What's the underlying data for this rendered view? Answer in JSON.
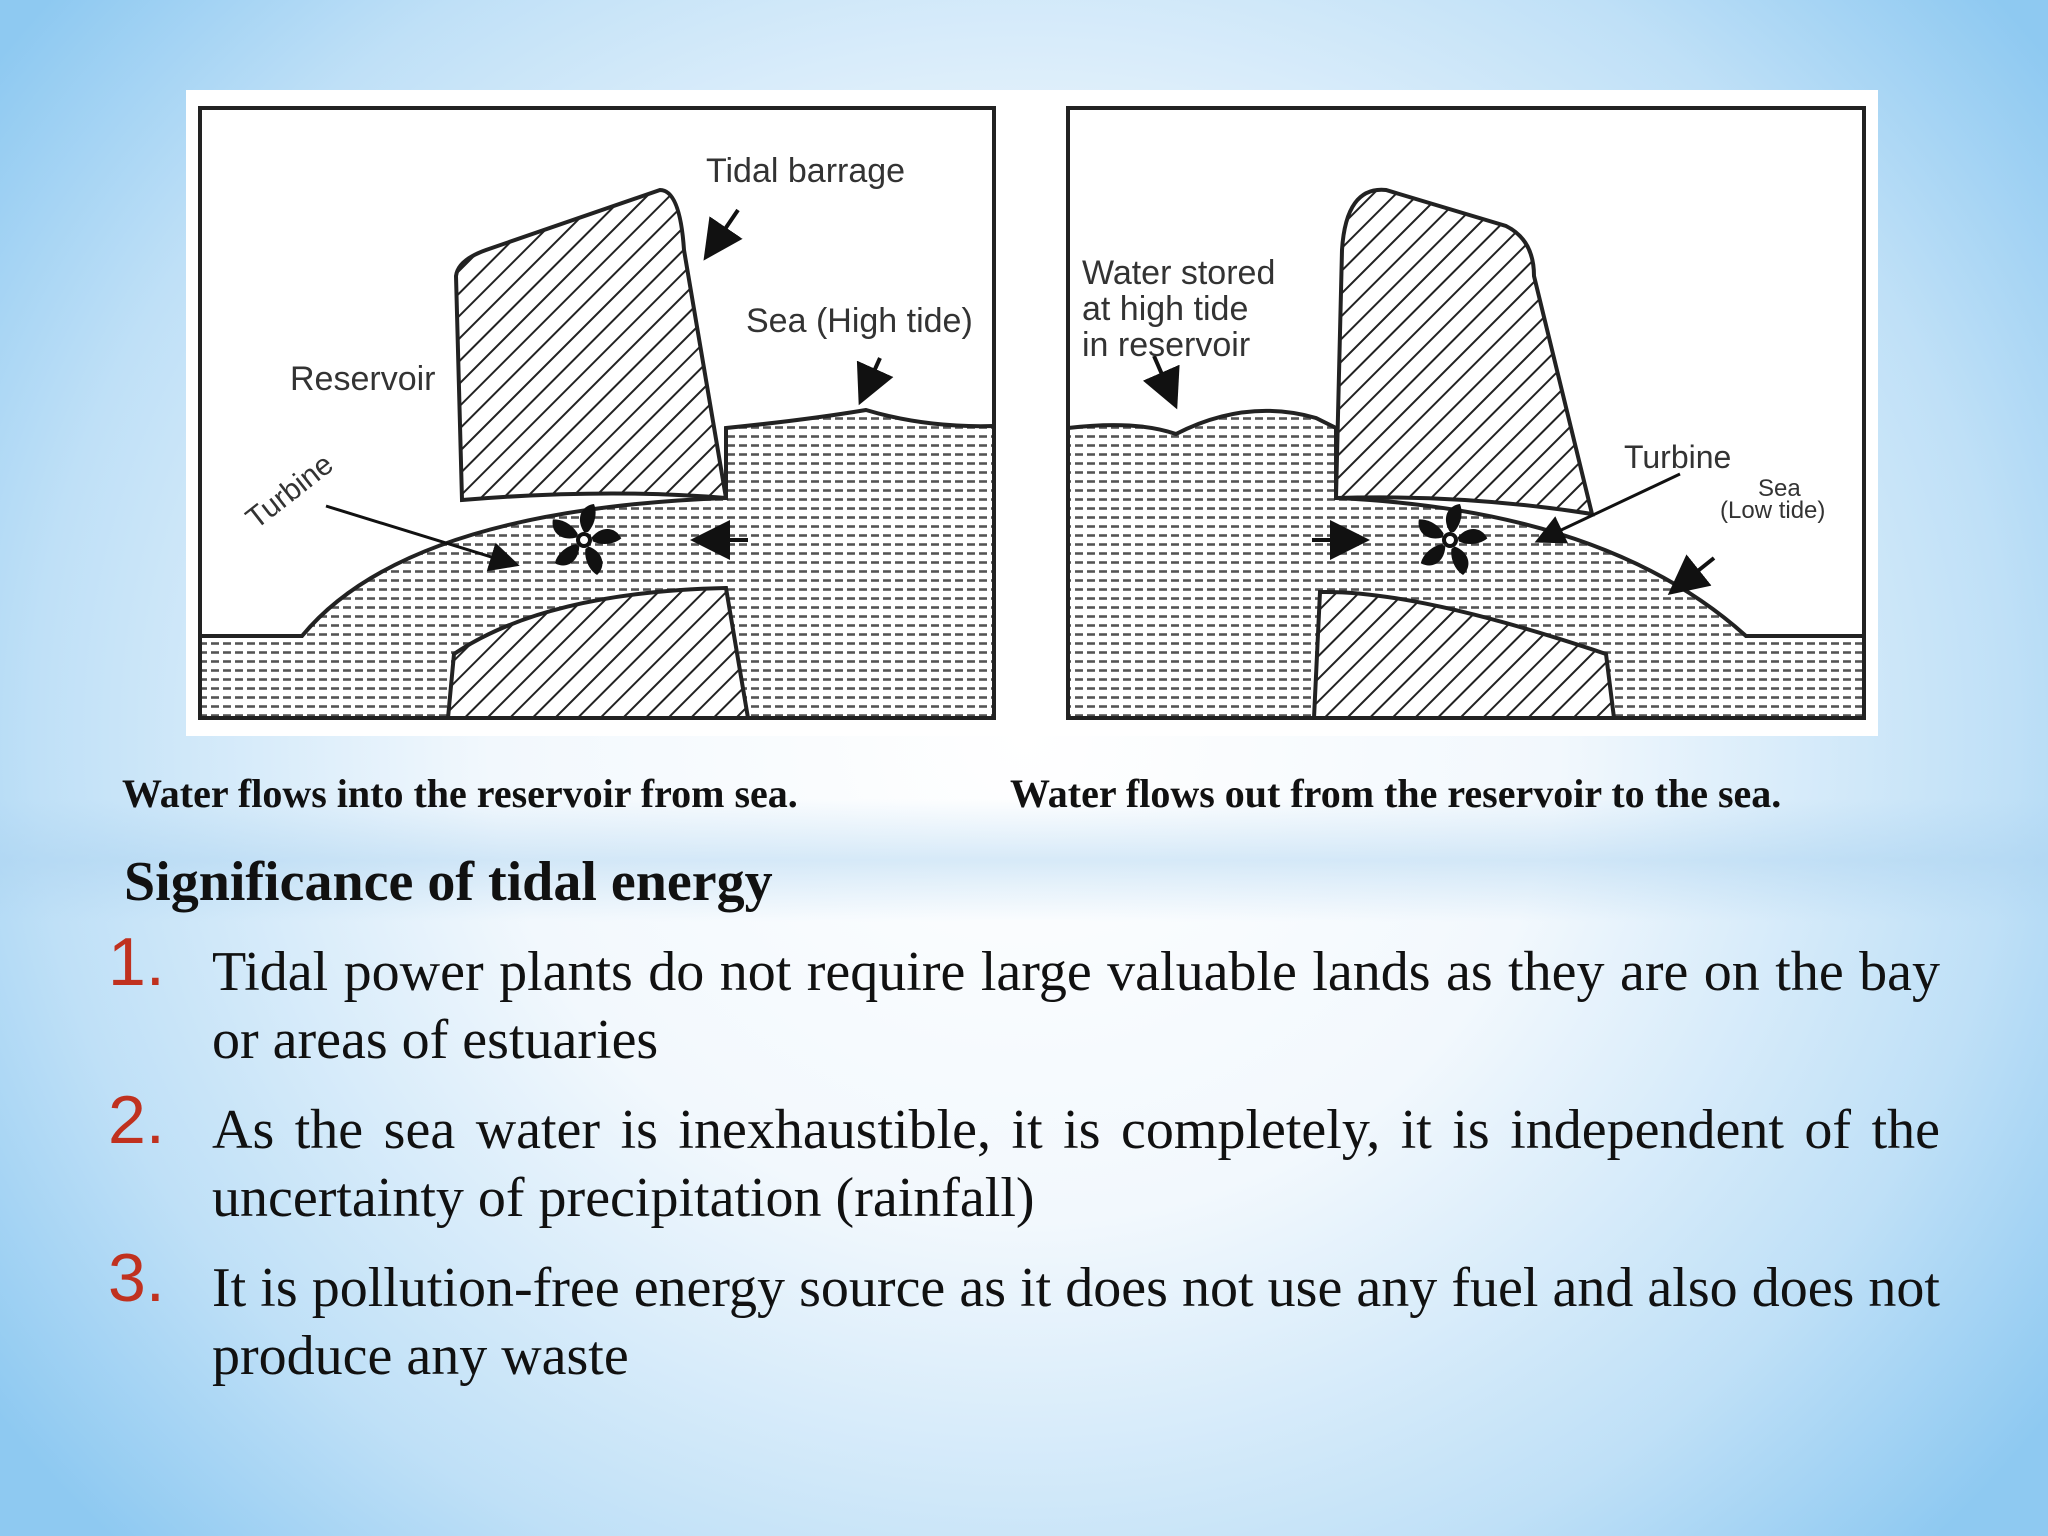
{
  "diagram": {
    "left": {
      "labels": {
        "tidal_barrage": "Tidal barrage",
        "sea": "Sea (High tide)",
        "reservoir": "Reservoir",
        "turbine": "Turbine"
      },
      "caption": "Water flows into the reservoir from sea."
    },
    "right": {
      "labels": {
        "stored_line1": "Water stored",
        "stored_line2": "at high tide",
        "stored_line3": "in reservoir",
        "turbine": "Turbine",
        "sea_line1": "Sea",
        "sea_line2": "(Low tide)"
      },
      "caption": "Water flows out from the reservoir to the sea."
    }
  },
  "heading": "Significance of tidal energy",
  "points": [
    {
      "num": "1.",
      "text": "Tidal power plants do not require large valuable lands as they are on the bay or areas of estuaries"
    },
    {
      "num": "2.",
      "text": "As the sea water is inexhaustible, it is completely, it is independent of the uncertainty of precipitation (rainfall)"
    },
    {
      "num": "3.",
      "text": "It is pollution-free energy source as it does not use any fuel and also does not produce any waste"
    }
  ],
  "colors": {
    "number": "#c0311f",
    "text": "#111111"
  }
}
